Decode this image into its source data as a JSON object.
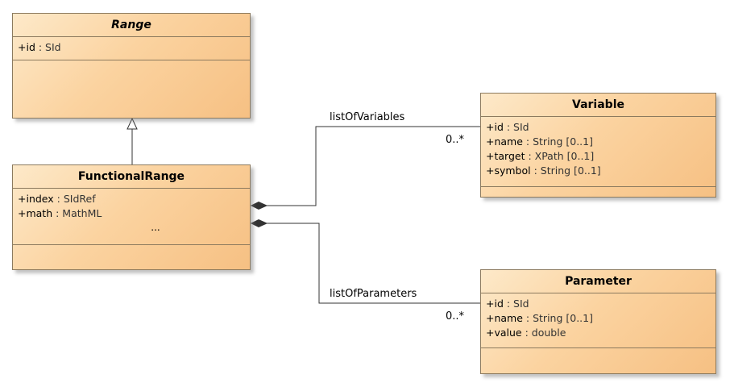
{
  "classes": {
    "range": {
      "name": "Range",
      "attributes": [
        {
          "name": "+id",
          "type": " : SId"
        }
      ]
    },
    "functional_range": {
      "name": "FunctionalRange",
      "attributes": [
        {
          "name": "+index",
          "type": " : SIdRef"
        },
        {
          "name": "+math",
          "type": " : MathML"
        }
      ],
      "more": "..."
    },
    "variable": {
      "name": "Variable",
      "attributes": [
        {
          "name": "+id",
          "type": " : SId"
        },
        {
          "name": "+name",
          "type": " : String [0..1]"
        },
        {
          "name": "+target",
          "type": " : XPath [0..1]"
        },
        {
          "name": "+symbol",
          "type": " : String [0..1]"
        }
      ]
    },
    "parameter": {
      "name": "Parameter",
      "attributes": [
        {
          "name": "+id",
          "type": " : SId"
        },
        {
          "name": "+name",
          "type": " : String [0..1]"
        },
        {
          "name": "+value",
          "type": " : double"
        }
      ]
    }
  },
  "associations": {
    "variables": {
      "role": "listOfVariables",
      "multiplicity": "0..*"
    },
    "parameters": {
      "role": "listOfParameters",
      "multiplicity": "0..*"
    }
  }
}
